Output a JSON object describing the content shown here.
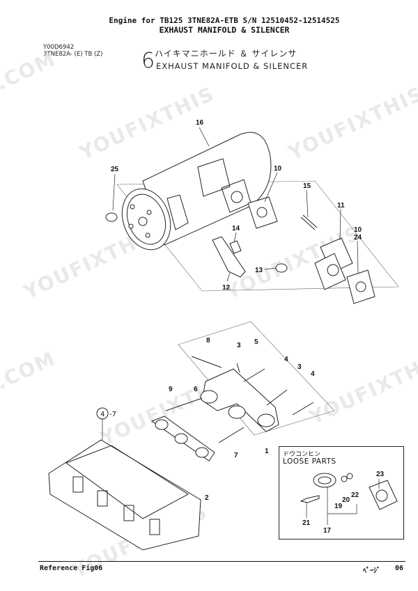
{
  "header": {
    "line1": "Engine for TB125  3TNE82A-ETB  S/N 12510452-12514525",
    "line2": "EXHAUST MANIFOLD & SILENCER"
  },
  "drawing_info": {
    "code": "Y00D6942",
    "model": "3TNE82A- (E) TB (Z)",
    "figure_number": "6",
    "title_jp": "ハイキマニホールド ＆ サイレンサ",
    "title_en": "EXHAUST MANIFOLD & SILENCER"
  },
  "callouts": {
    "p16": "16",
    "p25": "25",
    "p10a": "10",
    "p15": "15",
    "p11": "11",
    "p10b": "10",
    "p24": "24",
    "p14": "14",
    "p13": "13",
    "p12": "12",
    "p8": "8",
    "p3a": "3",
    "p5": "5",
    "p4a": "4",
    "p3b": "3",
    "p4b": "4",
    "p6": "6",
    "p9": "9",
    "p7": "7",
    "p1": "1",
    "p2": "2",
    "ref_circle": "4",
    "ref_suffix": "-7",
    "p23": "23",
    "p19": "19",
    "p20": "20",
    "p22": "22",
    "p21": "21",
    "p17": "17"
  },
  "loose_parts": {
    "title_jp": "ドウコンヒン",
    "title_en": "LOOSE PARTS"
  },
  "watermark": {
    "text": "YOUFIXTHIS",
    "text_com": ".COM"
  },
  "footer": {
    "reference_label": "Reference   Fig06",
    "page_label": "ﾍﾟｰｼﾞ",
    "page_number": "06"
  }
}
